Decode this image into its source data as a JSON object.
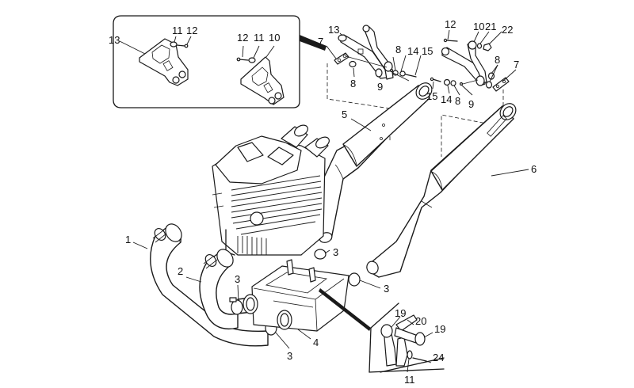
{
  "diagram": {
    "title": "Exhaust system exploded parts diagram",
    "line_color": "#1a1a1a",
    "background": "#ffffff",
    "inset": {
      "callouts": [
        {
          "id": "13",
          "text": "13"
        },
        {
          "id": "11",
          "text": "11"
        },
        {
          "id": "12",
          "text": "12"
        },
        {
          "id": "12b",
          "text": "12"
        },
        {
          "id": "11b",
          "text": "11"
        },
        {
          "id": "10",
          "text": "10"
        }
      ]
    },
    "callouts": [
      {
        "id": "13",
        "text": "13"
      },
      {
        "id": "7",
        "text": "7"
      },
      {
        "id": "8",
        "text": "8"
      },
      {
        "id": "8b",
        "text": "8"
      },
      {
        "id": "9",
        "text": "9"
      },
      {
        "id": "14",
        "text": "14"
      },
      {
        "id": "15",
        "text": "15"
      },
      {
        "id": "12",
        "text": "12"
      },
      {
        "id": "10",
        "text": "10"
      },
      {
        "id": "21",
        "text": "21"
      },
      {
        "id": "22",
        "text": "22"
      },
      {
        "id": "8c",
        "text": "8"
      },
      {
        "id": "7b",
        "text": "7"
      },
      {
        "id": "15b",
        "text": "15"
      },
      {
        "id": "14b",
        "text": "14"
      },
      {
        "id": "8d",
        "text": "8"
      },
      {
        "id": "9b",
        "text": "9"
      },
      {
        "id": "5",
        "text": "5"
      },
      {
        "id": "6",
        "text": "6"
      },
      {
        "id": "1",
        "text": "1"
      },
      {
        "id": "2",
        "text": "2"
      },
      {
        "id": "3a",
        "text": "3"
      },
      {
        "id": "3b",
        "text": "3"
      },
      {
        "id": "3c",
        "text": "3"
      },
      {
        "id": "3d",
        "text": "3"
      },
      {
        "id": "4",
        "text": "4"
      },
      {
        "id": "19",
        "text": "19"
      },
      {
        "id": "20",
        "text": "20"
      },
      {
        "id": "19b",
        "text": "19"
      },
      {
        "id": "24",
        "text": "24"
      },
      {
        "id": "11",
        "text": "11"
      }
    ]
  }
}
